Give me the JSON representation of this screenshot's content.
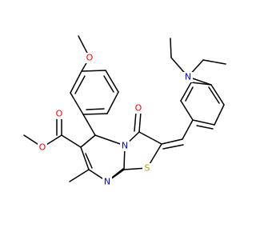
{
  "molecule": {
    "atom_labels": {
      "ring_nitrogen": "N",
      "imine_nitrogen": "N",
      "ring_sulfur": "S",
      "carbonyl_oxygen": "O",
      "ester_carbonyl_oxygen": "O",
      "ester_ether_oxygen": "O",
      "methoxy_oxygen": "O",
      "amine_nitrogen": "N"
    },
    "colors": {
      "bond": "#000000",
      "nitrogen": "#0000ff",
      "oxygen": "#ff0000",
      "sulfur": "#b8a000"
    }
  }
}
